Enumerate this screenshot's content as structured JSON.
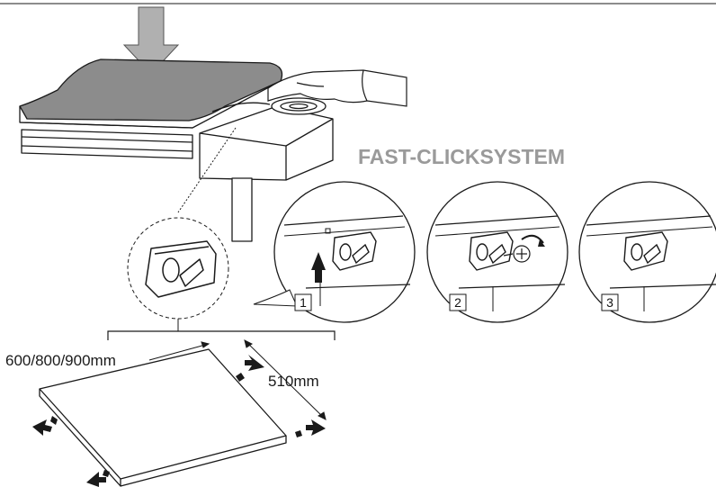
{
  "brand_label": "FAST-CLICKSYSTEM",
  "dimensions": {
    "width_label": "600/800/900mm",
    "depth_label": "510mm"
  },
  "steps": [
    "1",
    "2",
    "3"
  ],
  "colors": {
    "line": "#1a1a1a",
    "brand_text": "#9a9a9a",
    "hob_top": "#8c8c8c",
    "arrow": "#b0b0b0"
  }
}
